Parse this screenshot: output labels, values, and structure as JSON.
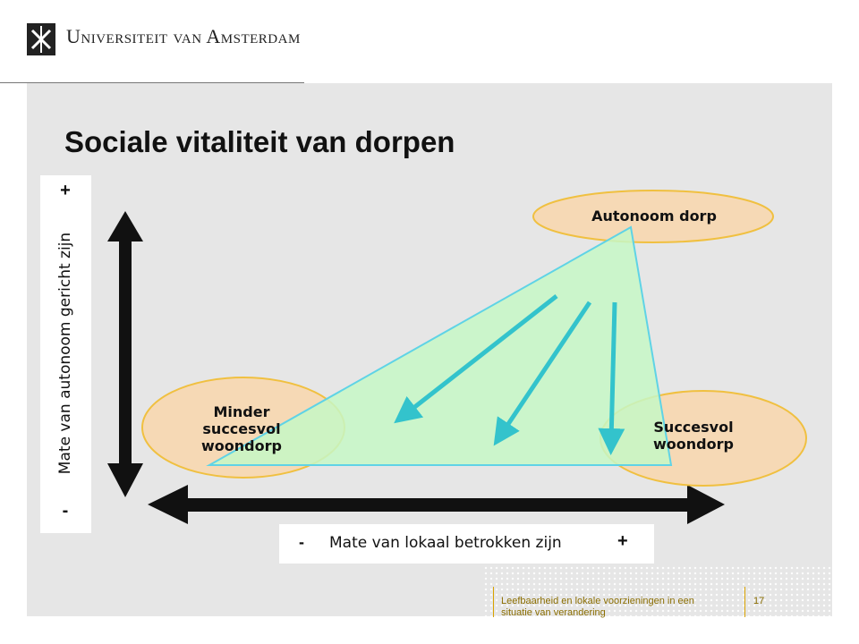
{
  "header": {
    "university_name": "Universiteit van Amsterdam",
    "logo_icon": "uva-shield-icon"
  },
  "slide": {
    "title": "Sociale vitaliteit van dorpen"
  },
  "diagram": {
    "y_axis": {
      "label": "Mate van autonoom gericht zijn",
      "plus": "+",
      "minus": "-"
    },
    "x_axis": {
      "label": "Mate van lokaal betrokken zijn",
      "plus": "+",
      "minus": "-"
    },
    "nodes": {
      "autonoom": "Autonoom dorp",
      "minder": "Minder\nsuccesvol\nwoondorp",
      "succesvol": "Succesvol\nwoondorp"
    },
    "colors": {
      "triangle_fill": "#c6f7c6",
      "triangle_stroke": "#5fd3e6",
      "ellipse_fill": "#f6d9b5",
      "ellipse_stroke": "#f0c040",
      "arrow": "#33c3cc",
      "axis_arrow": "#111111"
    }
  },
  "footer": {
    "text": "Leefbaarheid en lokale voorzieningen in een situatie van verandering",
    "page": "17"
  }
}
